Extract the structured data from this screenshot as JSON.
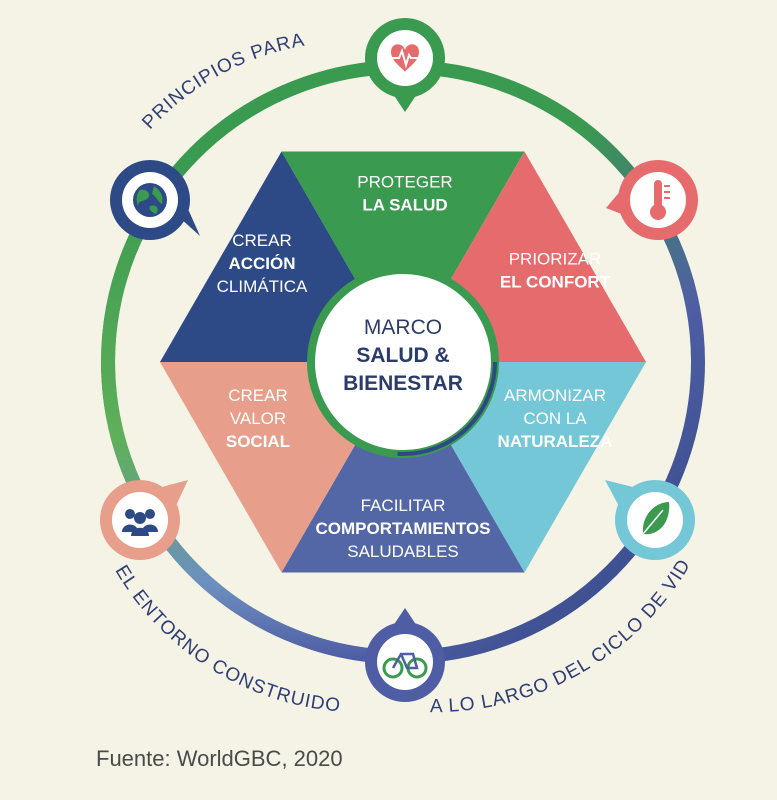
{
  "center": {
    "line1": "MARCO",
    "line2": "SALUD &",
    "line3": "BIENESTAR"
  },
  "segments": [
    {
      "id": "proteger",
      "lines": [
        "PROTEGER",
        "LA SALUD"
      ],
      "bold": [
        false,
        true
      ],
      "color": "#3a9a4f"
    },
    {
      "id": "priorizar",
      "lines": [
        "PRIORIZAR",
        "EL CONFORT"
      ],
      "bold": [
        false,
        true
      ],
      "color": "#e66b6d"
    },
    {
      "id": "armonizar",
      "lines": [
        "ARMONIZAR",
        "CON LA",
        "NATURALEZA"
      ],
      "bold": [
        false,
        false,
        true
      ],
      "color": "#74c7d7"
    },
    {
      "id": "facilitar",
      "lines": [
        "FACILITAR",
        "COMPORTAMIENTOS",
        "SALUDABLES"
      ],
      "bold": [
        false,
        true,
        false
      ],
      "color": "#5367a6"
    },
    {
      "id": "valor",
      "lines": [
        "CREAR",
        "VALOR",
        "SOCIAL"
      ],
      "bold": [
        false,
        false,
        true
      ],
      "color": "#e79e8a"
    },
    {
      "id": "accion",
      "lines": [
        "CREAR",
        "ACCIÓN",
        "CLIMÁTICA"
      ],
      "bold": [
        false,
        true,
        false
      ],
      "color": "#2e4a86"
    }
  ],
  "icons": [
    {
      "name": "heart-rate-icon",
      "color": "#3a9a4f"
    },
    {
      "name": "thermometer-icon",
      "color": "#e66b6d"
    },
    {
      "name": "leaf-icon",
      "color": "#74c7d7"
    },
    {
      "name": "bicycle-icon",
      "color": "#4f5ea4"
    },
    {
      "name": "people-icon",
      "color": "#e79e8a"
    },
    {
      "name": "globe-icon",
      "color": "#2e4a86"
    }
  ],
  "ring_labels": {
    "top_left": "PRINCIPIOS PARA",
    "bottom_left": "EL ENTORNO CONSTRUIDO",
    "bottom_right": "A LO LARGO DEL CICLO DE VIDA"
  },
  "source": "Fuente: WorldGBC, 2020"
}
